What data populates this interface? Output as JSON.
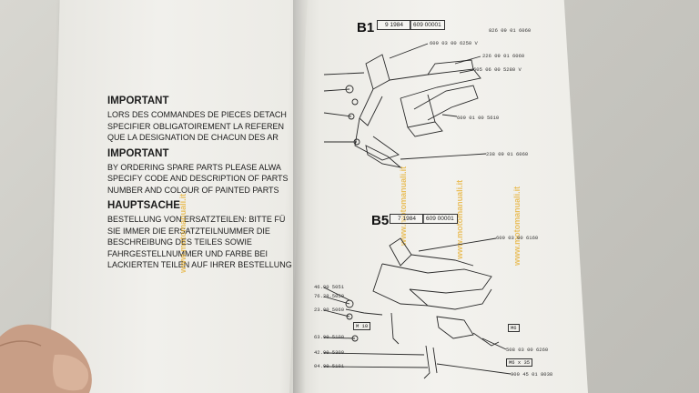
{
  "left_page": {
    "sections": [
      {
        "heading": "IMPORTANT",
        "lines": [
          "LORS DES COMMANDES DE PIECES DETACH",
          "SPECIFIER OBLIGATOIREMENT LA REFEREN",
          "QUE LA DESIGNATION DE CHACUN DES AR"
        ]
      },
      {
        "heading": "IMPORTANT",
        "lines": [
          "BY ORDERING SPARE PARTS PLEASE ALWA",
          "SPECIFY CODE AND DESCRIPTION OF PARTS",
          "NUMBER AND COLOUR OF PAINTED PARTS"
        ]
      },
      {
        "heading": "HAUPTSACHE",
        "lines": [
          "BESTELLUNG VON ERSATZTEILEN: BITTE FÜ",
          "SIE IMMER DIE ERSATZTEILNUMMER DIE",
          "BESCHREIBUNG DES TEILES SOWIE",
          "FAHRGESTELLNUMMER UND FARBE BEI",
          "LACKIERTEN TEILEN AUF IHRER BESTELLUNG"
        ]
      }
    ],
    "watermark": "www.motomanuali.it"
  },
  "right_page": {
    "watermark": "www.motomanuali.it",
    "diagram_b1": {
      "label": "B1",
      "ref_box": "609 00001",
      "ref_sub": "9 1984",
      "codes": [
        "609 03 00 6250 V",
        "226 09 01 6060",
        "605 06 00 5280 V",
        "609 01 00 5610",
        "238 09 01 6060",
        "826 09 01 6060"
      ]
    },
    "diagram_b5": {
      "label": "B5",
      "ref_box": "609 00001",
      "ref_sub": "7 1984",
      "codes": [
        "609 03 00 6160",
        "508 03 00 6260",
        "900 45 01 8038"
      ],
      "left_codes": [
        "46.00 5051",
        "76.29.5050",
        "23.00 5060",
        "63.00 5100",
        "42.00 5300",
        "04.00 5101"
      ],
      "boxes": [
        "M6",
        "M6 x 35",
        "M 10"
      ]
    }
  }
}
